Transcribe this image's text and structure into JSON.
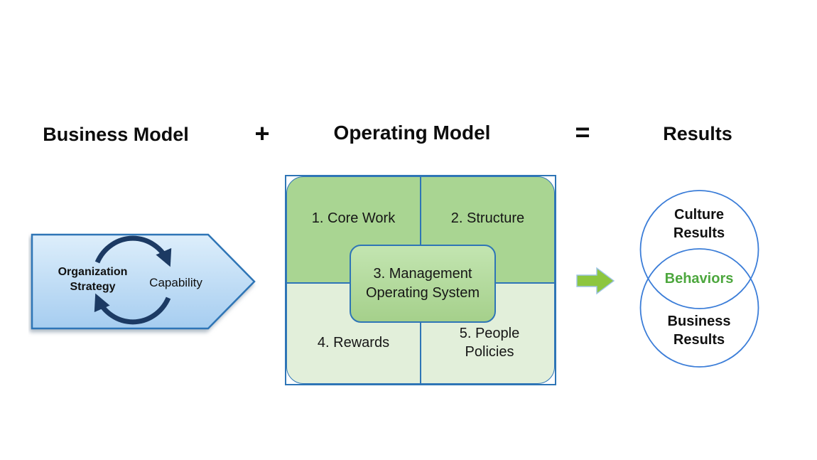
{
  "equation": {
    "business_model": "Business Model",
    "plus": "+",
    "operating_model": "Operating Model",
    "equals": "=",
    "results": "Results"
  },
  "business_model": {
    "strategy_label": "Organization Strategy",
    "capability_label": "Capability",
    "cycle_icon": "circular-cycle-arrows"
  },
  "operating_model": {
    "cells": [
      "1. Core Work",
      "2. Structure",
      "4. Rewards",
      "5. People Policies"
    ],
    "center_box": "3. Management Operating System"
  },
  "results": {
    "top_circle_label": "Culture Results",
    "intersection_label": "Behaviors",
    "bottom_circle_label": "Business Results"
  },
  "colors": {
    "grid_border_blue": "#2E75B6",
    "circle_blue": "#3B7DD8",
    "cell_green_dark": "#A9D592",
    "cell_green_light": "#E2EFDA",
    "flow_arrow_green": "#8DC63F",
    "behaviors_green": "#4DA73E",
    "cycle_arrow_navy": "#1C3A63",
    "strategy_arrow_fill_top": "#d9ecfa",
    "strategy_arrow_fill_bottom": "#a6cdf0"
  }
}
